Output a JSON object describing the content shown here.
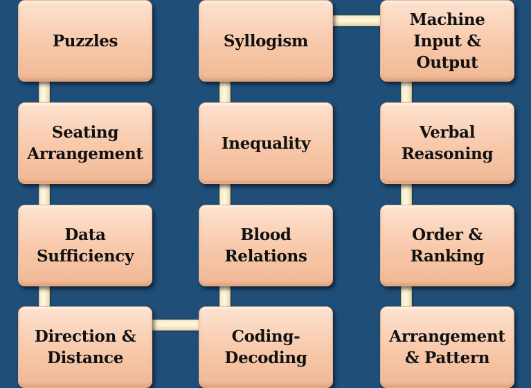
{
  "diagram": {
    "columns": [
      {
        "items": [
          {
            "id": "puzzles",
            "label": "Puzzles"
          },
          {
            "id": "seating-arrangement",
            "label": "Seating\nArrangement"
          },
          {
            "id": "data-sufficiency",
            "label": "Data\nSufficiency"
          },
          {
            "id": "direction-distance",
            "label": "Direction &\nDistance"
          }
        ]
      },
      {
        "items": [
          {
            "id": "syllogism",
            "label": "Syllogism"
          },
          {
            "id": "inequality",
            "label": "Inequality"
          },
          {
            "id": "blood-relations",
            "label": "Blood\nRelations"
          },
          {
            "id": "coding-decoding",
            "label": "Coding-\nDecoding"
          }
        ]
      },
      {
        "items": [
          {
            "id": "machine-input-output",
            "label": "Machine\nInput &\nOutput"
          },
          {
            "id": "verbal-reasoning",
            "label": "Verbal\nReasoning"
          },
          {
            "id": "order-ranking",
            "label": "Order &\nRanking"
          },
          {
            "id": "arrangement-pattern",
            "label": "Arrangement\n& Pattern"
          }
        ]
      }
    ]
  }
}
